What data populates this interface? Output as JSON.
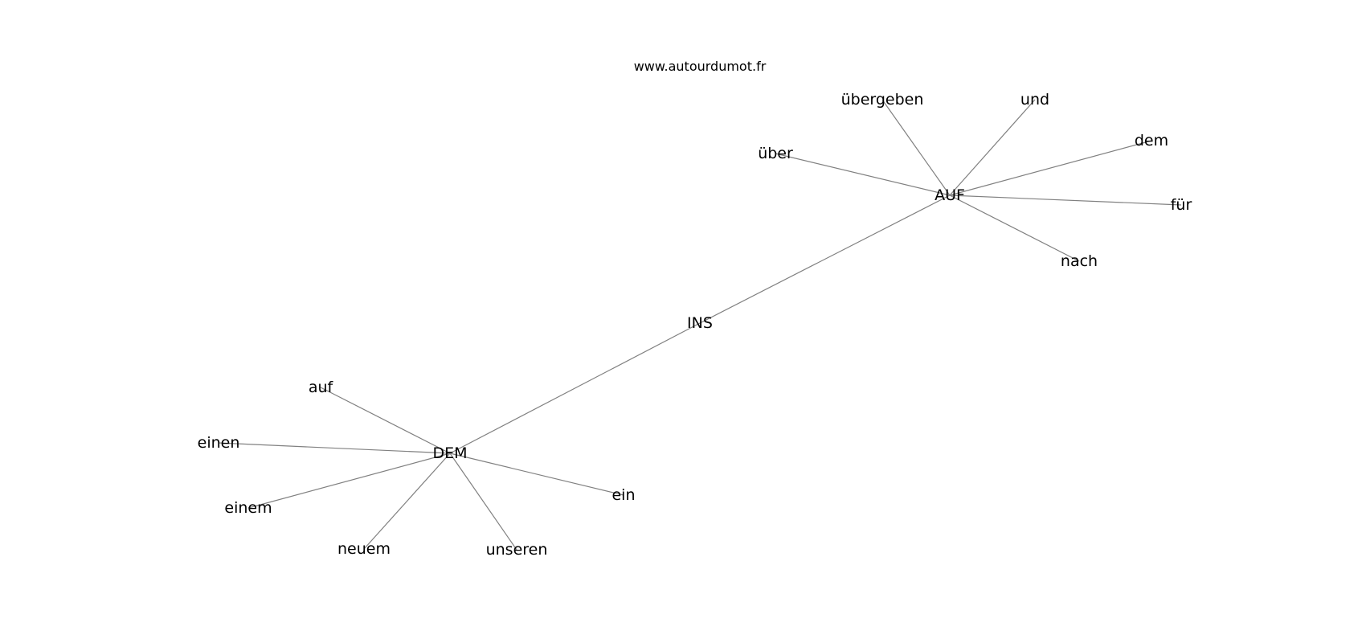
{
  "watermark": "www.autourdumot.fr",
  "graph": {
    "nodes": [
      {
        "id": "INS",
        "label": "INS"
      },
      {
        "id": "AUF",
        "label": "AUF"
      },
      {
        "id": "DEM",
        "label": "DEM"
      },
      {
        "id": "uber",
        "label": "über"
      },
      {
        "id": "ubergeben",
        "label": "übergeben"
      },
      {
        "id": "und",
        "label": "und"
      },
      {
        "id": "dem",
        "label": "dem"
      },
      {
        "id": "fur",
        "label": "für"
      },
      {
        "id": "nach",
        "label": "nach"
      },
      {
        "id": "auf",
        "label": "auf"
      },
      {
        "id": "einen",
        "label": "einen"
      },
      {
        "id": "einem",
        "label": "einem"
      },
      {
        "id": "neuem",
        "label": "neuem"
      },
      {
        "id": "unseren",
        "label": "unseren"
      },
      {
        "id": "ein",
        "label": "ein"
      }
    ],
    "edges": [
      [
        "INS",
        "AUF"
      ],
      [
        "INS",
        "DEM"
      ],
      [
        "AUF",
        "uber"
      ],
      [
        "AUF",
        "ubergeben"
      ],
      [
        "AUF",
        "und"
      ],
      [
        "AUF",
        "dem"
      ],
      [
        "AUF",
        "fur"
      ],
      [
        "AUF",
        "nach"
      ],
      [
        "DEM",
        "auf"
      ],
      [
        "DEM",
        "einen"
      ],
      [
        "DEM",
        "einem"
      ],
      [
        "DEM",
        "neuem"
      ],
      [
        "DEM",
        "unseren"
      ],
      [
        "DEM",
        "ein"
      ]
    ]
  }
}
